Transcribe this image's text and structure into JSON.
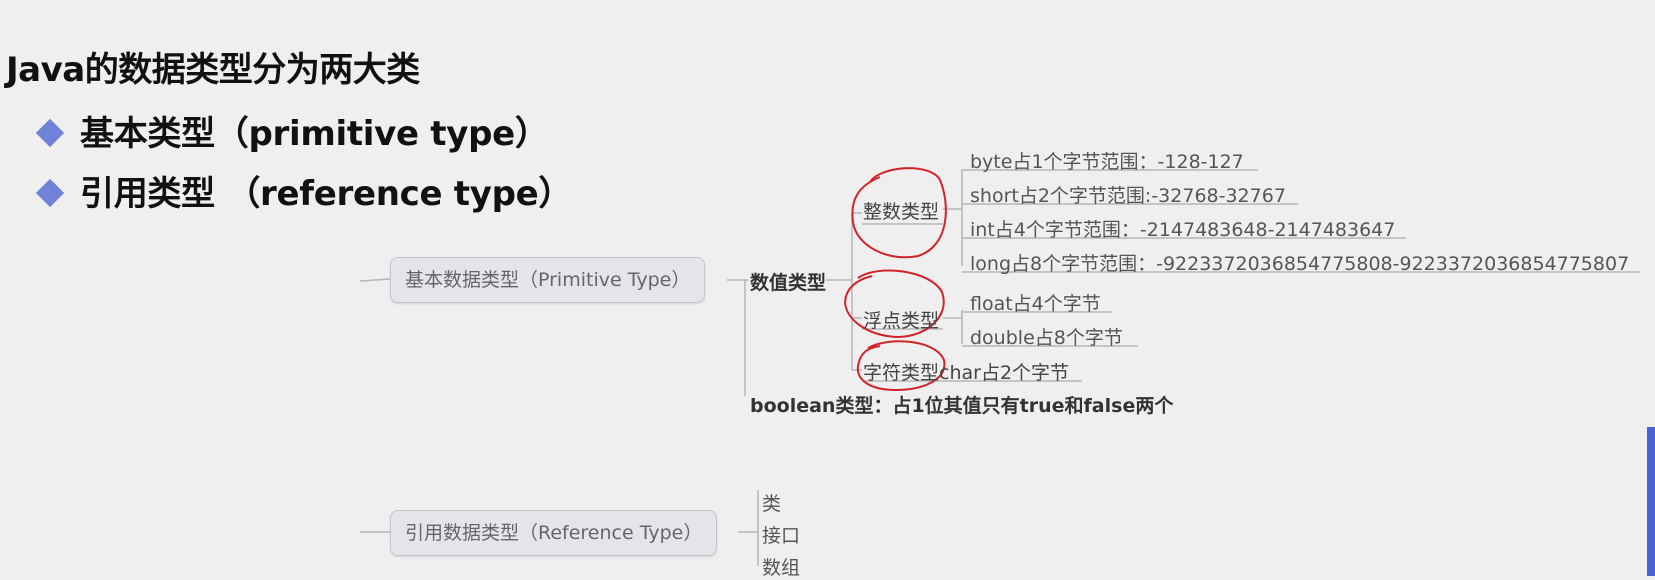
{
  "slide": {
    "title": "Java的数据类型分为两大类",
    "bullets": [
      "基本类型（primitive type）",
      "引用类型 （reference type）"
    ]
  },
  "mindmap": {
    "primitive": {
      "root": "基本数据类型（Primitive Type）",
      "numeric": {
        "label": "数值类型",
        "integer": {
          "label": "整数类型",
          "items": [
            "byte占1个字节范围：-128-127",
            "short占2个字节范围:-32768-32767",
            "int占4个字节范围：-2147483648-2147483647",
            "long占8个字节范围：-9223372036854775808-9223372036854775807"
          ]
        },
        "float": {
          "label": "浮点类型",
          "items": [
            "float占4个字节",
            "double占8个字节"
          ]
        },
        "char": {
          "label": "字符类型",
          "item": "char占2个字节"
        }
      },
      "boolean": "boolean类型：占1位其值只有true和false两个"
    },
    "reference": {
      "root": "引用数据类型（Reference Type）",
      "items": [
        "类",
        "接口",
        "数组"
      ]
    }
  },
  "colors": {
    "background": "#efefef",
    "bullet_marker": "#6f82d8",
    "annotation_circle": "#d0242a",
    "accent_bar": "#4b63d6"
  }
}
